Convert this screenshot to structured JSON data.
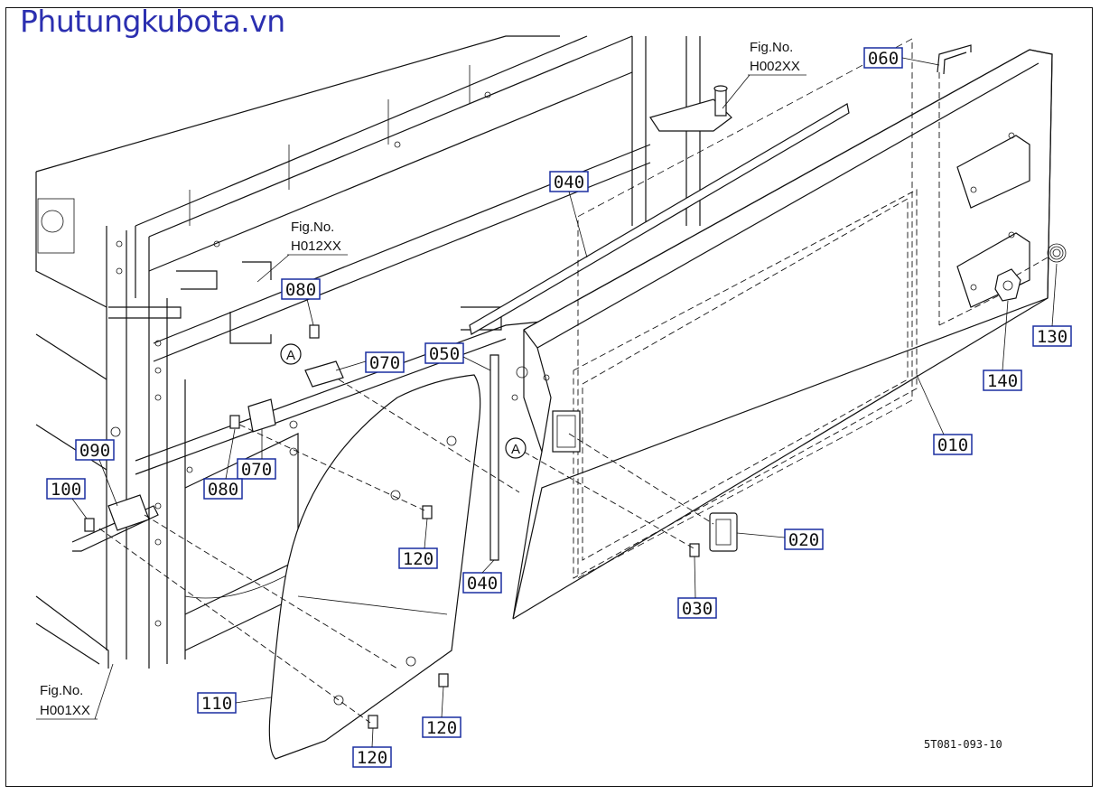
{
  "site_logo": "Phutungkubota.vn",
  "diagram_code": "5T081-093-10",
  "fig_refs": [
    {
      "line1": "Fig.No.",
      "line2": "H002XX"
    },
    {
      "line1": "Fig.No.",
      "line2": "H012XX"
    },
    {
      "line1": "Fig.No.",
      "line2": "H001XX"
    }
  ],
  "callouts": {
    "a": "A"
  },
  "part_labels": [
    "060",
    "040",
    "080",
    "070",
    "050",
    "090",
    "070",
    "080",
    "100",
    "010",
    "130",
    "140",
    "020",
    "120",
    "040",
    "030",
    "110",
    "120",
    "120"
  ]
}
